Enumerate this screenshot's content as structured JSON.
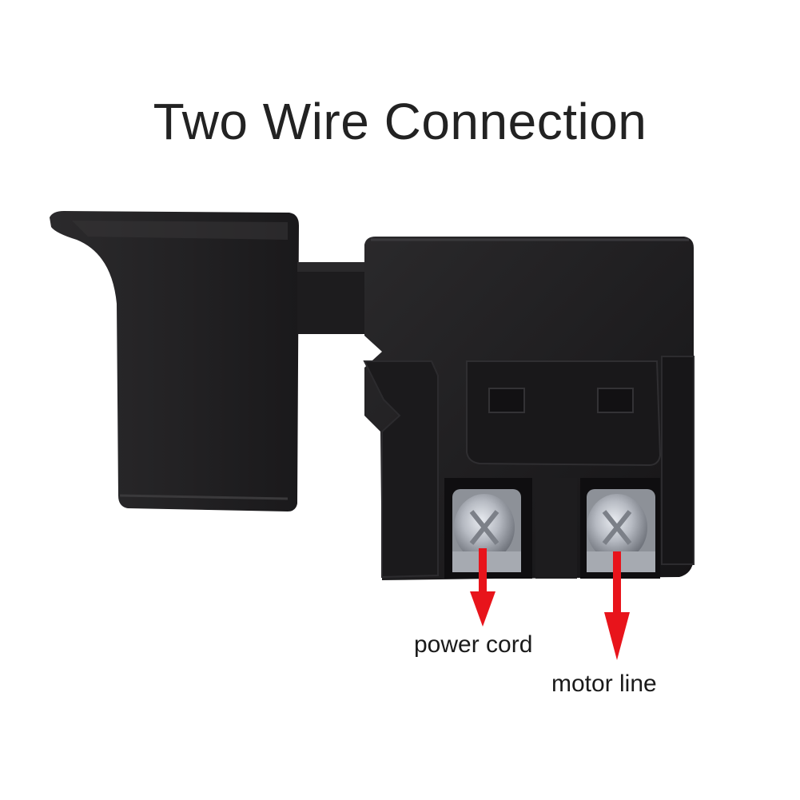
{
  "title": "Two Wire Connection",
  "labels": {
    "power": "power cord",
    "motor": "motor line"
  },
  "colors": {
    "background": "#ffffff",
    "switch_body": "#1e1d1f",
    "arrow": "#e8141b",
    "screw": "#b9bcc2"
  },
  "icons": {
    "switch": "trigger-switch",
    "arrow": "down-arrow"
  }
}
